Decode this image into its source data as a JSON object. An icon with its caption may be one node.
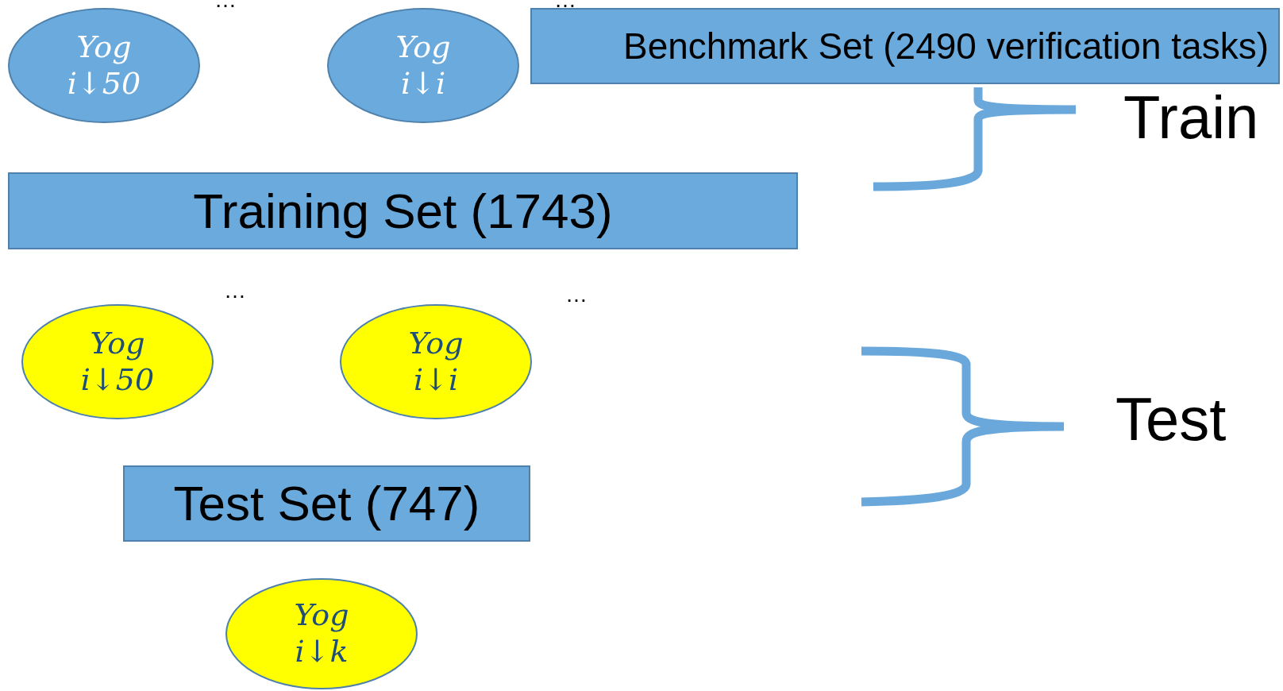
{
  "diagram": {
    "nodes": [
      {
        "text": [
          "Benchmark Set (2490 verification tasks)"
        ]
      },
      {
        "text": [
          "Yog",
          "i↓50"
        ]
      },
      {
        "text": [
          "Yog",
          "i↓i"
        ]
      },
      {
        "text": [
          "Training Set (1743)"
        ]
      },
      {
        "text": [
          "Yog",
          "i↓50"
        ]
      },
      {
        "text": [
          "Yog",
          "i↓i"
        ]
      },
      {
        "text": [
          "Test Set (747)"
        ]
      },
      {
        "text": [
          "Yog",
          "i↓k"
        ]
      }
    ],
    "labels": [
      "…",
      "…",
      "Train",
      "…",
      "…",
      "Test"
    ]
  }
}
